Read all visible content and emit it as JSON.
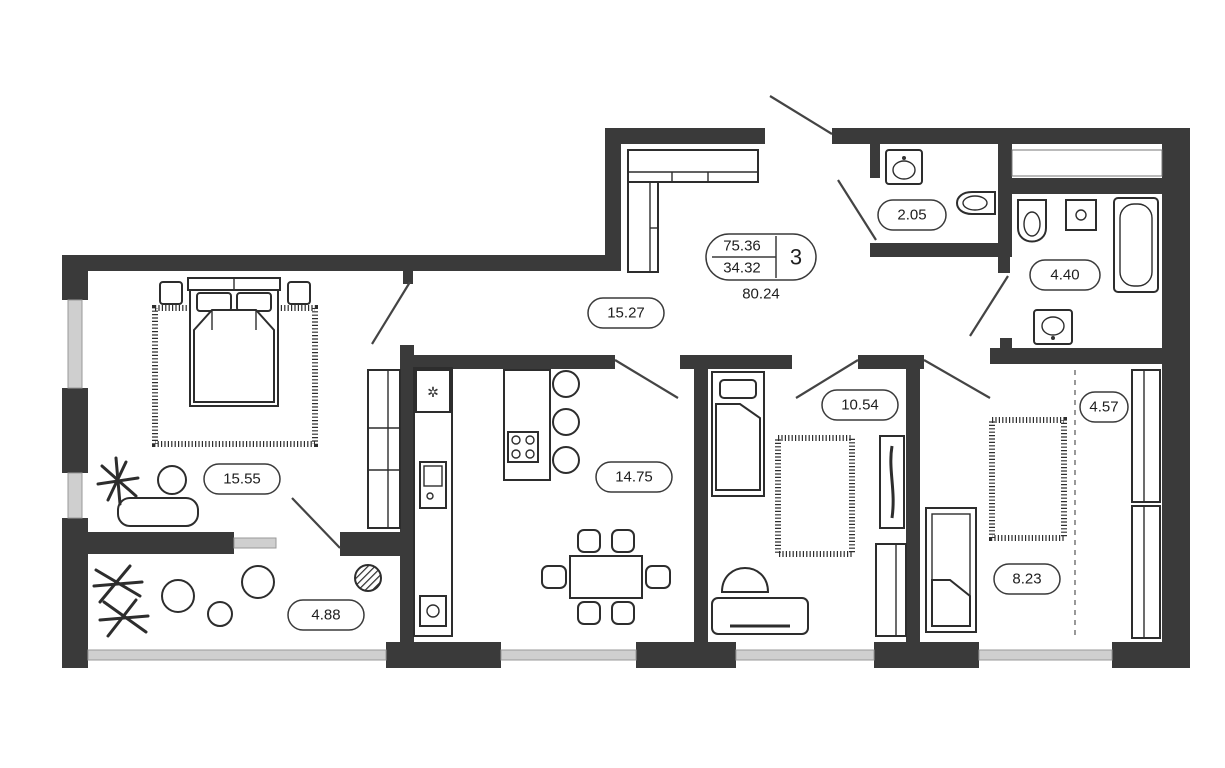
{
  "summary": {
    "living_area": "75.36",
    "living_space": "34.32",
    "total_area": "80.24",
    "room_count": "3"
  },
  "room_areas": {
    "hall": "15.27",
    "bedroom_master": "15.55",
    "balcony": "4.88",
    "kitchen": "14.75",
    "bedroom_2": "10.54",
    "bedroom_3": "8.23",
    "wardrobe": "4.57",
    "toilet": "2.05",
    "bathroom": "4.40"
  }
}
